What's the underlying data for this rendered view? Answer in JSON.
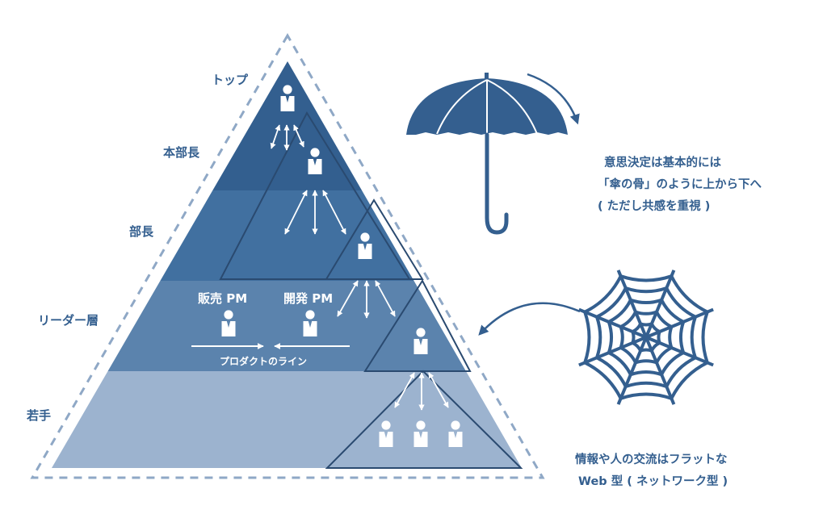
{
  "levels": {
    "top": "トップ",
    "division_head": "本部長",
    "manager": "部長",
    "leader": "リーダー層",
    "junior": "若手"
  },
  "pm": {
    "sales": "販売 PM",
    "dev": "開発 PM",
    "product_line": "プロダクトのライン"
  },
  "umbrella_note": {
    "line1": "意思決定は基本的には",
    "line2": "「傘の骨」のように上から下へ",
    "line3": "( ただし共感を重視 )"
  },
  "web_note": {
    "line1": "情報や人の交流はフラットな",
    "line2": "Web 型 ( ネットワーク型 )"
  },
  "colors": {
    "band_top": "#335f8f",
    "band_2": "#4170a0",
    "band_3": "#5b83ad",
    "band_4": "#7c9bbf",
    "band_5": "#9cb3cf",
    "accent": "#345f8f"
  }
}
